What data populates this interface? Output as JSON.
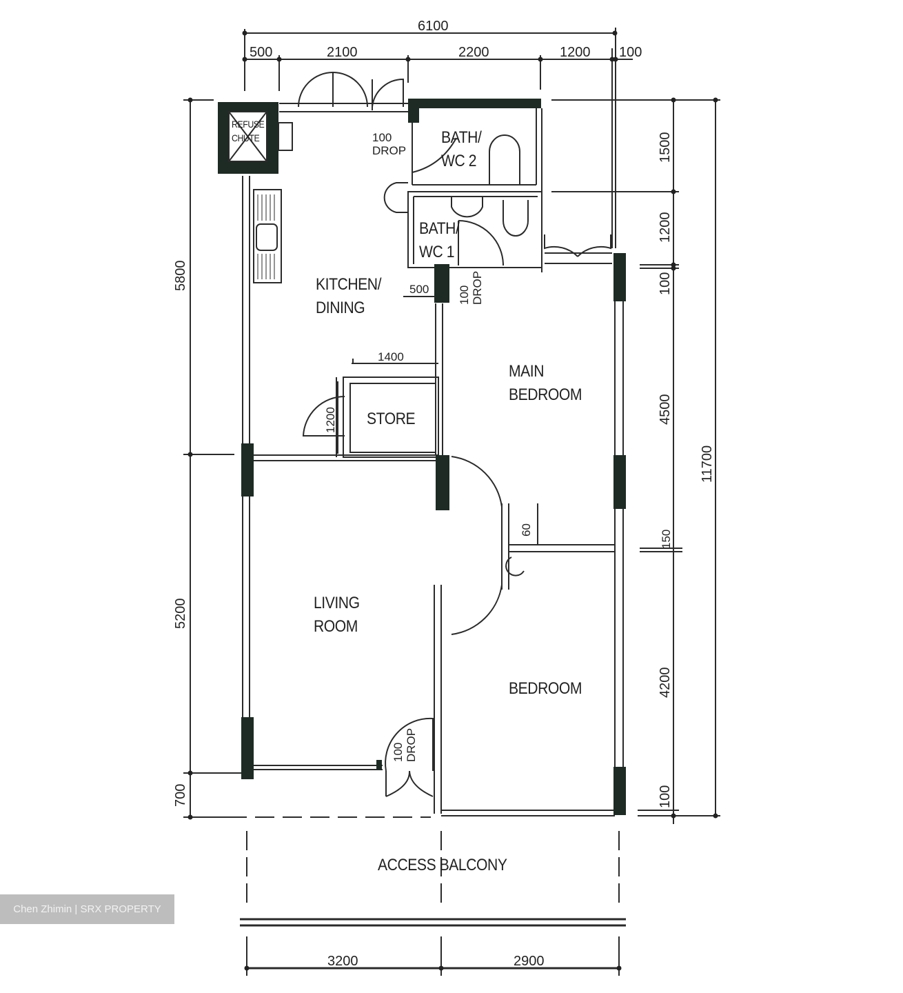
{
  "plan": {
    "rooms": {
      "refuse_chute": [
        "REFUSE",
        "CHUTE"
      ],
      "bath_wc_2": [
        "BATH/",
        "WC 2"
      ],
      "bath_wc_1": [
        "BATH/",
        "WC 1"
      ],
      "kitchen_dining": [
        "KITCHEN/",
        "DINING"
      ],
      "store": "STORE",
      "main_bedroom": [
        "MAIN",
        "BEDROOM"
      ],
      "living_room": [
        "LIVING",
        "ROOM"
      ],
      "bedroom": "BEDROOM",
      "access_balcony": "ACCESS BALCONY"
    },
    "notes": {
      "drop_kitchen": [
        "100",
        "DROP"
      ],
      "drop_bath1": [
        "100",
        "DROP"
      ],
      "drop_living": [
        "100",
        "DROP"
      ]
    },
    "dimensions": {
      "top_total": "6100",
      "top_segments": [
        "500",
        "2100",
        "2200",
        "1200",
        "100"
      ],
      "left": [
        "5800",
        "5200",
        "700"
      ],
      "right": [
        "1500",
        "1200",
        "100",
        "4500",
        "150",
        "4200",
        "100"
      ],
      "right_total": "11700",
      "bottom": [
        "3200",
        "2900"
      ],
      "interior": {
        "kitchen_offset": "500",
        "store_width": "1400",
        "store_depth": "1200",
        "wardrobe": "60"
      }
    },
    "colors": {
      "wall_fill": "#1d2b24",
      "line": "#2a2a2a"
    }
  },
  "watermark": "Chen Zhimin | SRX PROPERTY"
}
